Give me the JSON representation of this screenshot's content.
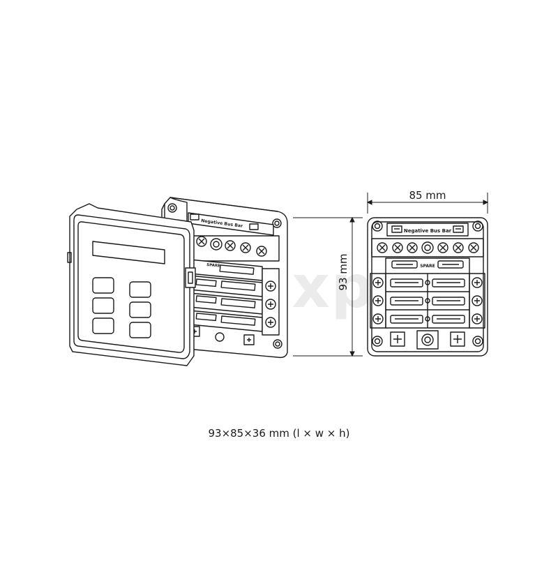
{
  "dimensions": {
    "width_label": "85 mm",
    "height_label": "93 mm"
  },
  "caption": "93×85×36 mm (l × w × h)",
  "labels": {
    "bus_bar": "Negative Bus Bar",
    "spare": "SPARE"
  },
  "watermark": "tigerexped",
  "colors": {
    "line": "#1a1a1a",
    "watermark": "#d8d8d8"
  }
}
